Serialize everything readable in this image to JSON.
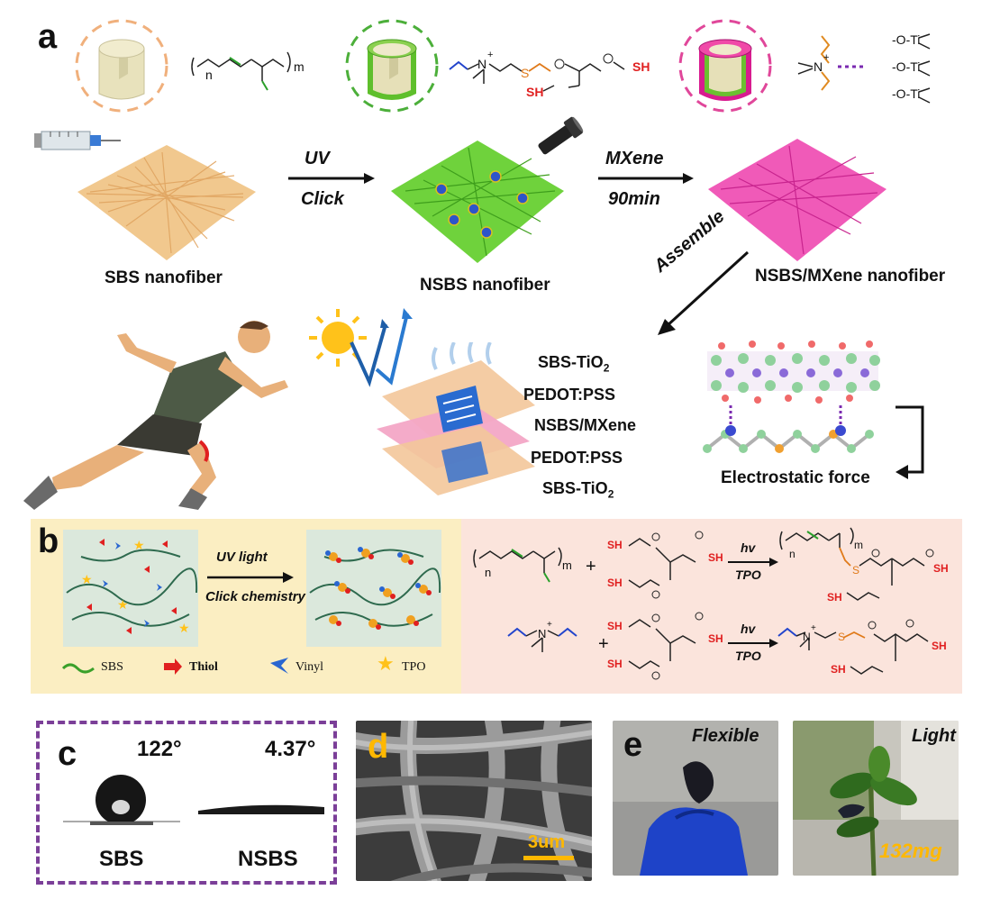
{
  "panel_labels": {
    "a": "a",
    "b": "b",
    "c": "c",
    "d": "d",
    "e": "e"
  },
  "panel_a": {
    "step1": {
      "line1": "UV",
      "line2": "Click"
    },
    "step2": {
      "line1": "MXene",
      "line2": "90min"
    },
    "step3": "Assemble",
    "materials": {
      "sbs": "SBS nanofiber",
      "nsbs": "NSBS nanofiber",
      "mxene": "NSBS/MXene nanofiber"
    },
    "layers": {
      "l1": "SBS-TiO",
      "l2": "PEDOT:PSS",
      "l3": "NSBS/MXene",
      "l4": "PEDOT:PSS",
      "l5": "SBS-TiO",
      "sub2": "2"
    },
    "force": "Electrostatic force",
    "chem": {
      "n": "n",
      "m": "m",
      "sh": "SH",
      "s": "S",
      "ti": "Ti",
      "o": "O",
      "n_plus": "N",
      "plus": "+",
      "minus": "-"
    }
  },
  "panel_b": {
    "step1": "UV light",
    "step2": "Click chemistry",
    "legend": [
      {
        "label": "SBS",
        "icon": "wave-icon"
      },
      {
        "label": "Thiol",
        "icon": "arrow-icon"
      },
      {
        "label": "Vinyl",
        "icon": "chevron-icon"
      },
      {
        "label": "TPO",
        "icon": "star-icon"
      }
    ],
    "hv": "hv",
    "tpo": "TPO",
    "plus": "+",
    "colors": {
      "left_bg": "#fbeec2",
      "right_bg": "#fbe4dc"
    }
  },
  "panel_c": {
    "angle1": "122°",
    "angle2": "4.37°",
    "label1": "SBS",
    "label2": "NSBS",
    "border_color": "#7b3f98"
  },
  "panel_d": {
    "scale": "3um"
  },
  "panel_e": {
    "flexible": "Flexible",
    "light": "Light",
    "mass": "132mg"
  }
}
